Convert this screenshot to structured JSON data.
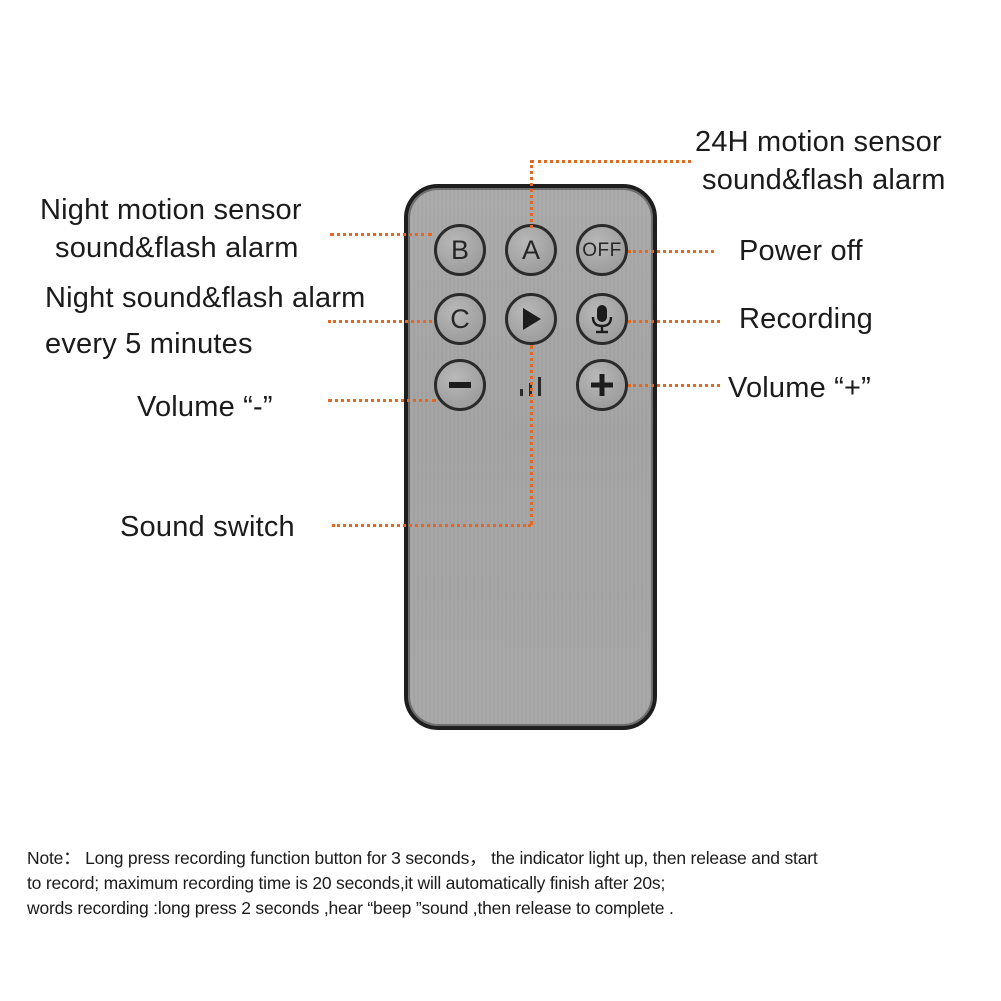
{
  "labels": {
    "alarm_24h_line1": "24H motion sensor",
    "alarm_24h_line2": "sound&flash alarm",
    "night_motion_line1": "Night motion sensor",
    "night_motion_line2": "sound&flash alarm",
    "power_off": "Power off",
    "night_sound_line1": "Night sound&flash alarm",
    "night_sound_line2": "every 5 minutes",
    "recording": "Recording",
    "volume_minus": "Volume “-”",
    "volume_plus": "Volume “+”",
    "sound_switch": "Sound switch"
  },
  "buttons": {
    "b": "B",
    "a": "A",
    "off": "OFF",
    "c": "C"
  },
  "icons": {
    "play": "play-icon",
    "microphone": "microphone-icon",
    "minus": "minus-icon",
    "plus": "plus-icon",
    "signal": "signal-bars-icon"
  },
  "colors": {
    "leader_line": "#e06a22",
    "remote_body": "#a6a6a6",
    "remote_border": "#1e1e1e"
  },
  "note": {
    "line1": "Note：  Long press recording function button for 3 seconds，  the indicator light up, then release and start",
    "line2": "to record;  maximum recording time is 20 seconds,it will automatically finish after 20s;",
    "line3": "words recording :long press 2 seconds ,hear “beep ”sound ,then release to complete  ."
  }
}
